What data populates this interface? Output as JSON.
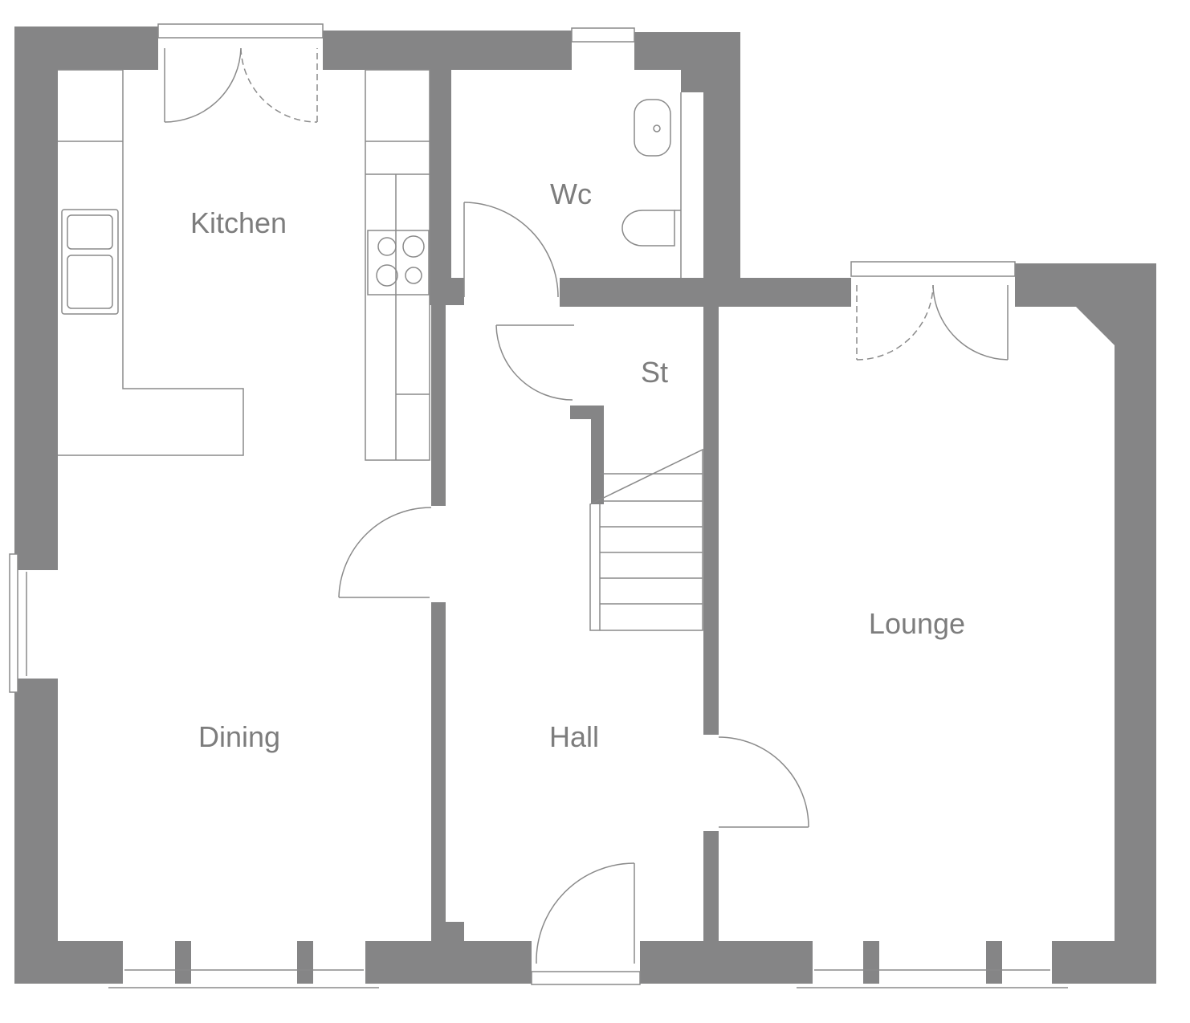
{
  "rooms": {
    "kitchen": "Kitchen",
    "wc": "Wc",
    "store": "St",
    "dining": "Dining",
    "hall": "Hall",
    "lounge": "Lounge"
  },
  "colors": {
    "wall": "#858586",
    "line": "#8a8a8a",
    "label": "#7d7d7d"
  }
}
